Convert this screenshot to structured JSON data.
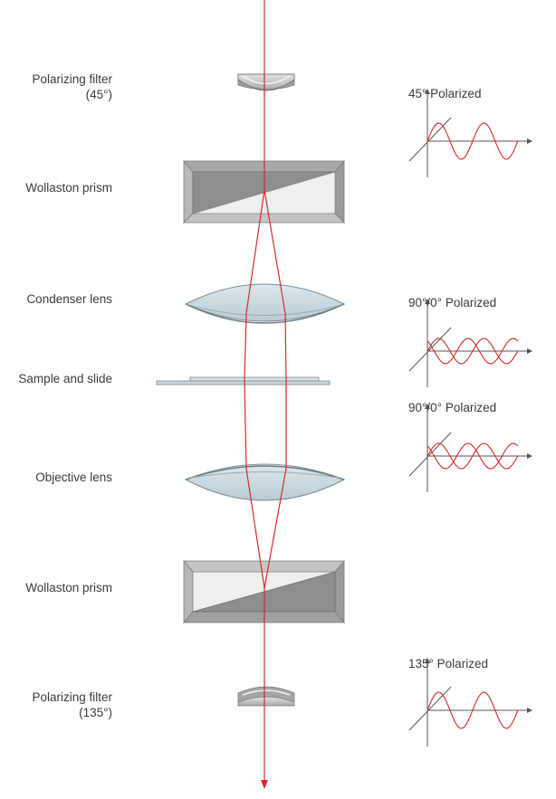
{
  "components": [
    {
      "label_line1": "Polarizing filter",
      "label_line2": "(45°)",
      "type": "polarizing-filter"
    },
    {
      "label_line1": "Wollaston prism",
      "type": "wollaston-prism"
    },
    {
      "label_line1": "Condenser lens",
      "type": "condenser-lens"
    },
    {
      "label_line1": "Sample and slide",
      "type": "sample-slide"
    },
    {
      "label_line1": "Objective lens",
      "type": "objective-lens"
    },
    {
      "label_line1": "Wollaston prism",
      "type": "wollaston-prism"
    },
    {
      "label_line1": "Polarizing filter",
      "label_line2": "(135°)",
      "type": "polarizing-filter"
    }
  ],
  "polarization_states": [
    {
      "title": "45° Polarized",
      "waves": 1
    },
    {
      "title": "90°/0° Polarized",
      "waves": 2
    },
    {
      "title": "90°/0° Polarized",
      "waves": 2
    },
    {
      "title": "135° Polarized",
      "waves": 1
    }
  ],
  "colors": {
    "beam": "#d42a2a",
    "wave": "#d42a2a",
    "lens_fill": "#cfdde3",
    "prism_dark": "#8f8f8f",
    "prism_light": "#e9e9e9",
    "label_text": "#3a3a3a",
    "axis": "#555555"
  }
}
